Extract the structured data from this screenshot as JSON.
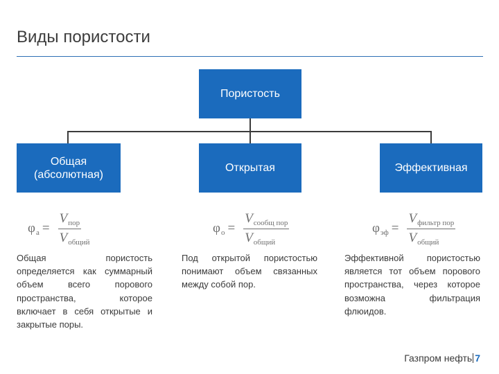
{
  "slide": {
    "title": "Виды пористости",
    "accent_color": "#1b6bbd"
  },
  "diagram": {
    "root": "Пористость",
    "children": [
      "Общая\n(абсолютная)",
      "Открытая",
      "Эффективная"
    ]
  },
  "formulas": [
    {
      "lhs": "φ",
      "lhs_sub": "а",
      "num": "V",
      "num_sub": "пор",
      "den": "V",
      "den_sub": "общий"
    },
    {
      "lhs": "φ",
      "lhs_sub": "о",
      "num": "V",
      "num_sub": "сообщ пор",
      "den": "V",
      "den_sub": "общий"
    },
    {
      "lhs": "φ",
      "lhs_sub": "эф",
      "num": "V",
      "num_sub": "фильтр пор",
      "den": "V",
      "den_sub": "общий"
    }
  ],
  "descriptions": [
    "Общая пористость определяется как суммарный объем всего порового пространства, которое включает в себя открытые и закрытые поры.",
    "Под открытой пористостью понимают объем связанных между собой пор.",
    "Эффективной пористостью является тот объем порового пространства, через которое возможна фильтрация флюидов."
  ],
  "footer": {
    "brand": "Газпром нефть",
    "page": "7"
  }
}
